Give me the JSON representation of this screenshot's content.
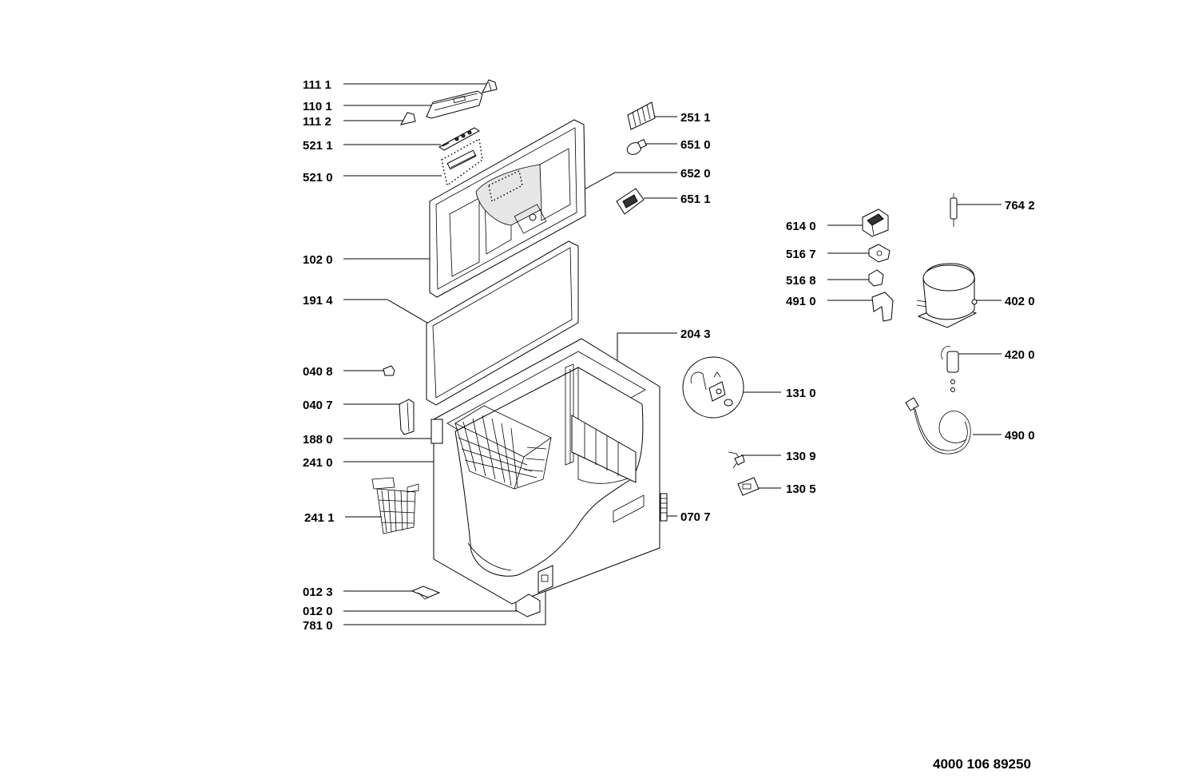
{
  "labels": {
    "p1111": "111 1",
    "p1101": "110 1",
    "p1112": "111 2",
    "p5211": "521 1",
    "p5210": "521 0",
    "p1020": "102 0",
    "p1914": "191 4",
    "p0408": "040 8",
    "p0407": "040 7",
    "p1880": "188 0",
    "p2410": "241 0",
    "p2411": "241 1",
    "p0123": "012 3",
    "p0120": "012 0",
    "p7810": "781 0",
    "p2511": "251 1",
    "p6510": "651 0",
    "p6520": "652 0",
    "p6511": "651 1",
    "p2043": "204 3",
    "p1310": "131 0",
    "p1309": "130 9",
    "p1305": "130 5",
    "p0707": "070 7",
    "p6140": "614 0",
    "p5167": "516 7",
    "p5168": "516 8",
    "p4910": "491 0",
    "p7642": "764 2",
    "p4020": "402 0",
    "p4200": "420 0",
    "p4900": "490 0"
  },
  "document_number": "4000 106 89250"
}
